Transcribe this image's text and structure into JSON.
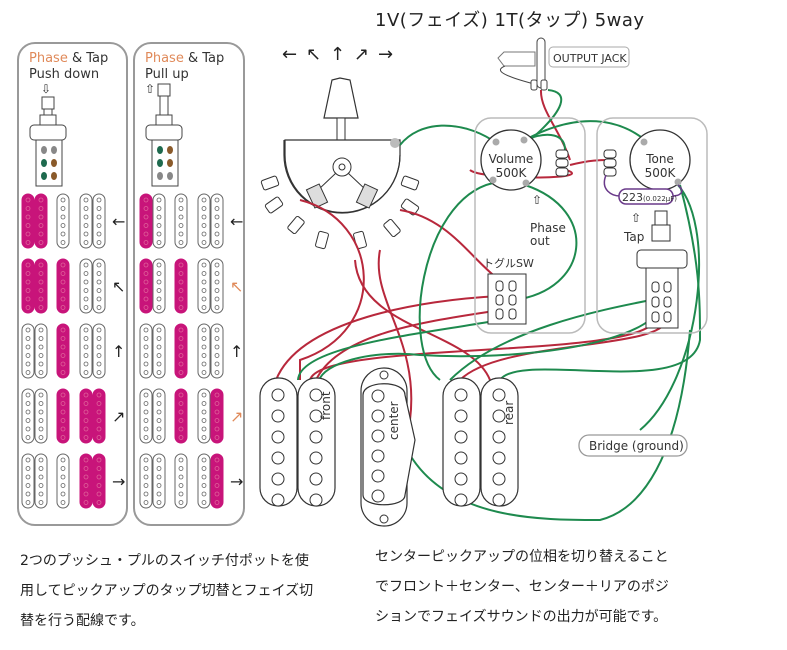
{
  "title": "1V(フェイズ) 1T(タップ) 5way",
  "panels": [
    {
      "phase": "Phase",
      "amp": " & Tap",
      "mode": "Push down",
      "arrow": "⇩"
    },
    {
      "phase": "Phase",
      "amp": " & Tap",
      "mode": "Pull up",
      "arrow": "⇧"
    }
  ],
  "positions": [
    {
      "arrow": "←",
      "left_active": [
        "front-1",
        "front-2"
      ],
      "right_active": [
        "front-1"
      ]
    },
    {
      "arrow": "↖",
      "left_active": [
        "front-1",
        "front-2",
        "center"
      ],
      "right_active": [
        "front-1",
        "center"
      ]
    },
    {
      "arrow": "↑",
      "left_active": [
        "center"
      ],
      "right_active": [
        "center"
      ]
    },
    {
      "arrow": "↗",
      "left_active": [
        "center",
        "rear-1",
        "rear-2"
      ],
      "right_active": [
        "center",
        "rear-2"
      ]
    },
    {
      "arrow": "→",
      "left_active": [
        "rear-1",
        "rear-2"
      ],
      "right_active": [
        "rear-2"
      ]
    }
  ],
  "switch_arrows": [
    "←",
    "↖",
    "↑",
    "↗",
    "→"
  ],
  "labels": {
    "output_jack": "OUTPUT JACK",
    "volume": "Volume",
    "volume_value": "500K",
    "tone": "Tone",
    "tone_value": "500K",
    "capacitor": "223",
    "capacitor_value": "(0.022μF)",
    "phase_out": "Phase",
    "phase_out2": "out",
    "tap": "Tap",
    "toggle_sw": "トグルSW",
    "front": "front",
    "center": "center",
    "rear": "rear",
    "bridge_ground": "Bridge (ground)"
  },
  "colors": {
    "active_coil": "#c8147a",
    "hot_wire": "#b8283c",
    "ground_wire": "#1e8a4e",
    "cap_outline": "#6a3a8a",
    "accent_arrow": "#e08a5a"
  },
  "caption_left": [
    "2つのプッシュ・プルのスイッチ付ポットを使",
    "用してピックアップのタップ切替とフェイズ切",
    "替を行う配線です。"
  ],
  "caption_right": [
    "センターピックアップの位相を切り替えること",
    "でフロント＋センター、センター＋リアのポジ",
    "ションでフェイズサウンドの出力が可能です。"
  ]
}
